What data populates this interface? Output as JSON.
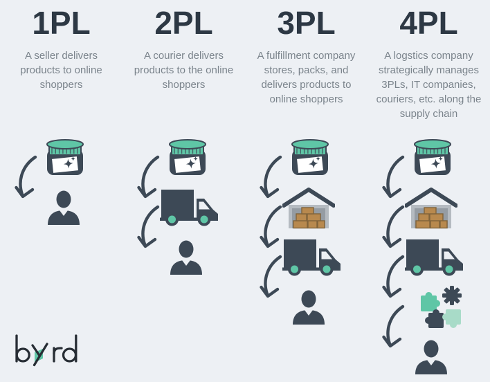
{
  "colors": {
    "bg": "#edf0f4",
    "dark": "#3d4956",
    "teal": "#5fc6a6",
    "teal-light": "#a8dbc8",
    "heading": "#2d3844",
    "desc": "#7b848c",
    "wall": "#b5bbc1",
    "opening": "#959ca3",
    "box": "#b8894e",
    "box-line": "#80633a",
    "logo": "#272d34"
  },
  "brand": {
    "logo_text": "byrd"
  },
  "columns": [
    {
      "title": "1PL",
      "description": "A seller delivers products to online shoppers",
      "steps": [
        "product-jar",
        "online-shopper"
      ]
    },
    {
      "title": "2PL",
      "description": "A courier delivers products to the online shoppers",
      "steps": [
        "product-jar",
        "delivery-truck",
        "online-shopper"
      ]
    },
    {
      "title": "3PL",
      "description": "A fulfillment company stores, packs, and delivers products to online shoppers",
      "steps": [
        "product-jar",
        "warehouse",
        "delivery-truck",
        "online-shopper"
      ]
    },
    {
      "title": "4PL",
      "description": "A logstics company strategically manages 3PLs, IT companies, couriers, etc. along the supply chain",
      "steps": [
        "product-jar",
        "warehouse",
        "delivery-truck",
        "supply-chain-puzzle",
        "online-shopper"
      ]
    }
  ]
}
